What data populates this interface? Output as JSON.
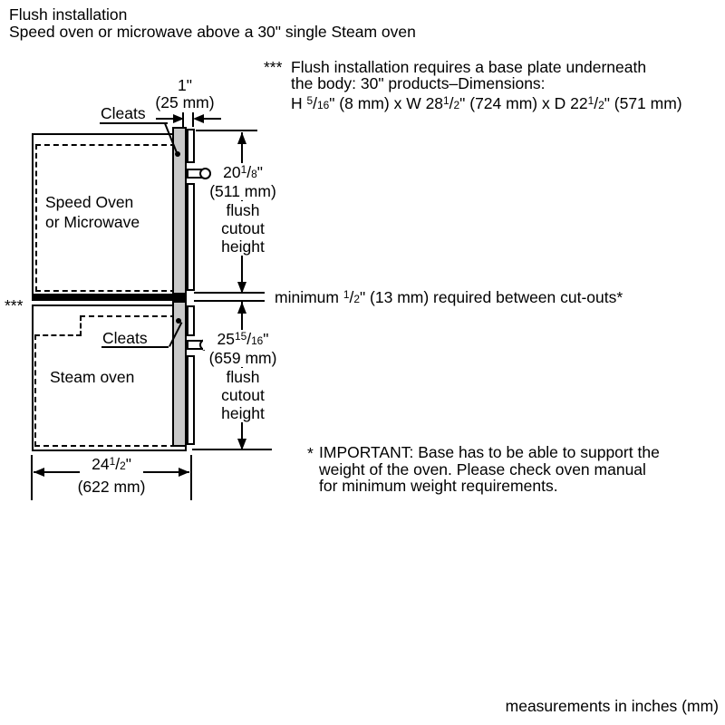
{
  "header": {
    "title": "Flush installation",
    "subtitle": "Speed oven or microwave above a 30\" single Steam oven"
  },
  "base_plate_note": {
    "marker": "***",
    "line1": "Flush installation requires a base plate underneath",
    "line2": "the body: 30\" products–Dimensions:",
    "dimensions": "H ^{5}/_{16}\" (8 mm) x W 28^{1}/_{2}\" (724 mm) x D 22^{1}/_{2}\" (571 mm)"
  },
  "diagram": {
    "speed_oven": {
      "label_line1": "Speed Oven",
      "label_line2": "or Microwave"
    },
    "steam_oven": {
      "label": "Steam oven"
    },
    "cleats_top_label": "Cleats",
    "cleats_bottom_label": "Cleats",
    "cleat_depth": {
      "value": "1\"",
      "metric": "(25 mm)"
    },
    "top_cutout": {
      "value": "20^{1}/_{8}\"",
      "metric": "(511 mm)",
      "desc": [
        "flush",
        "cutout",
        "height"
      ]
    },
    "bottom_cutout": {
      "value": "25^{15}/_{16}\"",
      "metric": "(659 mm)",
      "desc": [
        "flush",
        "cutout",
        "height"
      ]
    },
    "gap_note": "minimum ^{1}/_{2}\" (13 mm) required between cut-outs*",
    "width": {
      "value": "24^{1}/_{2}\"",
      "metric": "(622 mm)"
    },
    "base_plate_marker": "***"
  },
  "important_note": {
    "marker": "*",
    "line1": "IMPORTANT: Base has to be able to support the",
    "line2": "weight of the oven. Please check oven manual",
    "line3": "for minimum weight requirements."
  },
  "footer": {
    "units_note": "measurements in inches (mm)"
  },
  "colors": {
    "line": "#000000",
    "cleat_fill": "#c9c9c9",
    "background": "#ffffff"
  }
}
